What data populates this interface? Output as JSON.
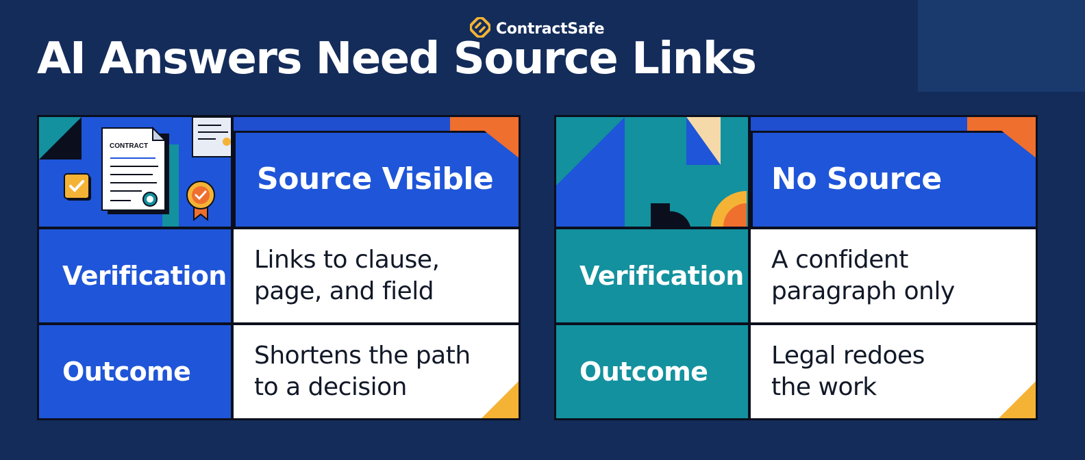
{
  "brand": {
    "name": "ContractSafe",
    "icon": "contractsafe-logo-icon",
    "accent": "#f5b335"
  },
  "title": "AI Answers Need Source Links",
  "colors": {
    "background": "#142c5a",
    "blue": "#1f55d8",
    "teal": "#13919e",
    "orange": "#ef6f2e",
    "yellow": "#f5b335"
  },
  "cards": [
    {
      "header": "Source Visible",
      "art_doc_label": "CONTRACT",
      "rows": [
        {
          "label": "Verification",
          "value": "Links to clause,\npage, and field"
        },
        {
          "label": "Outcome",
          "value": "Shortens the path\nto a decision"
        }
      ]
    },
    {
      "header": "No Source",
      "rows": [
        {
          "label": "Verification",
          "value": "A confident\nparagraph only"
        },
        {
          "label": "Outcome",
          "value": "Legal redoes\nthe work"
        }
      ]
    }
  ]
}
